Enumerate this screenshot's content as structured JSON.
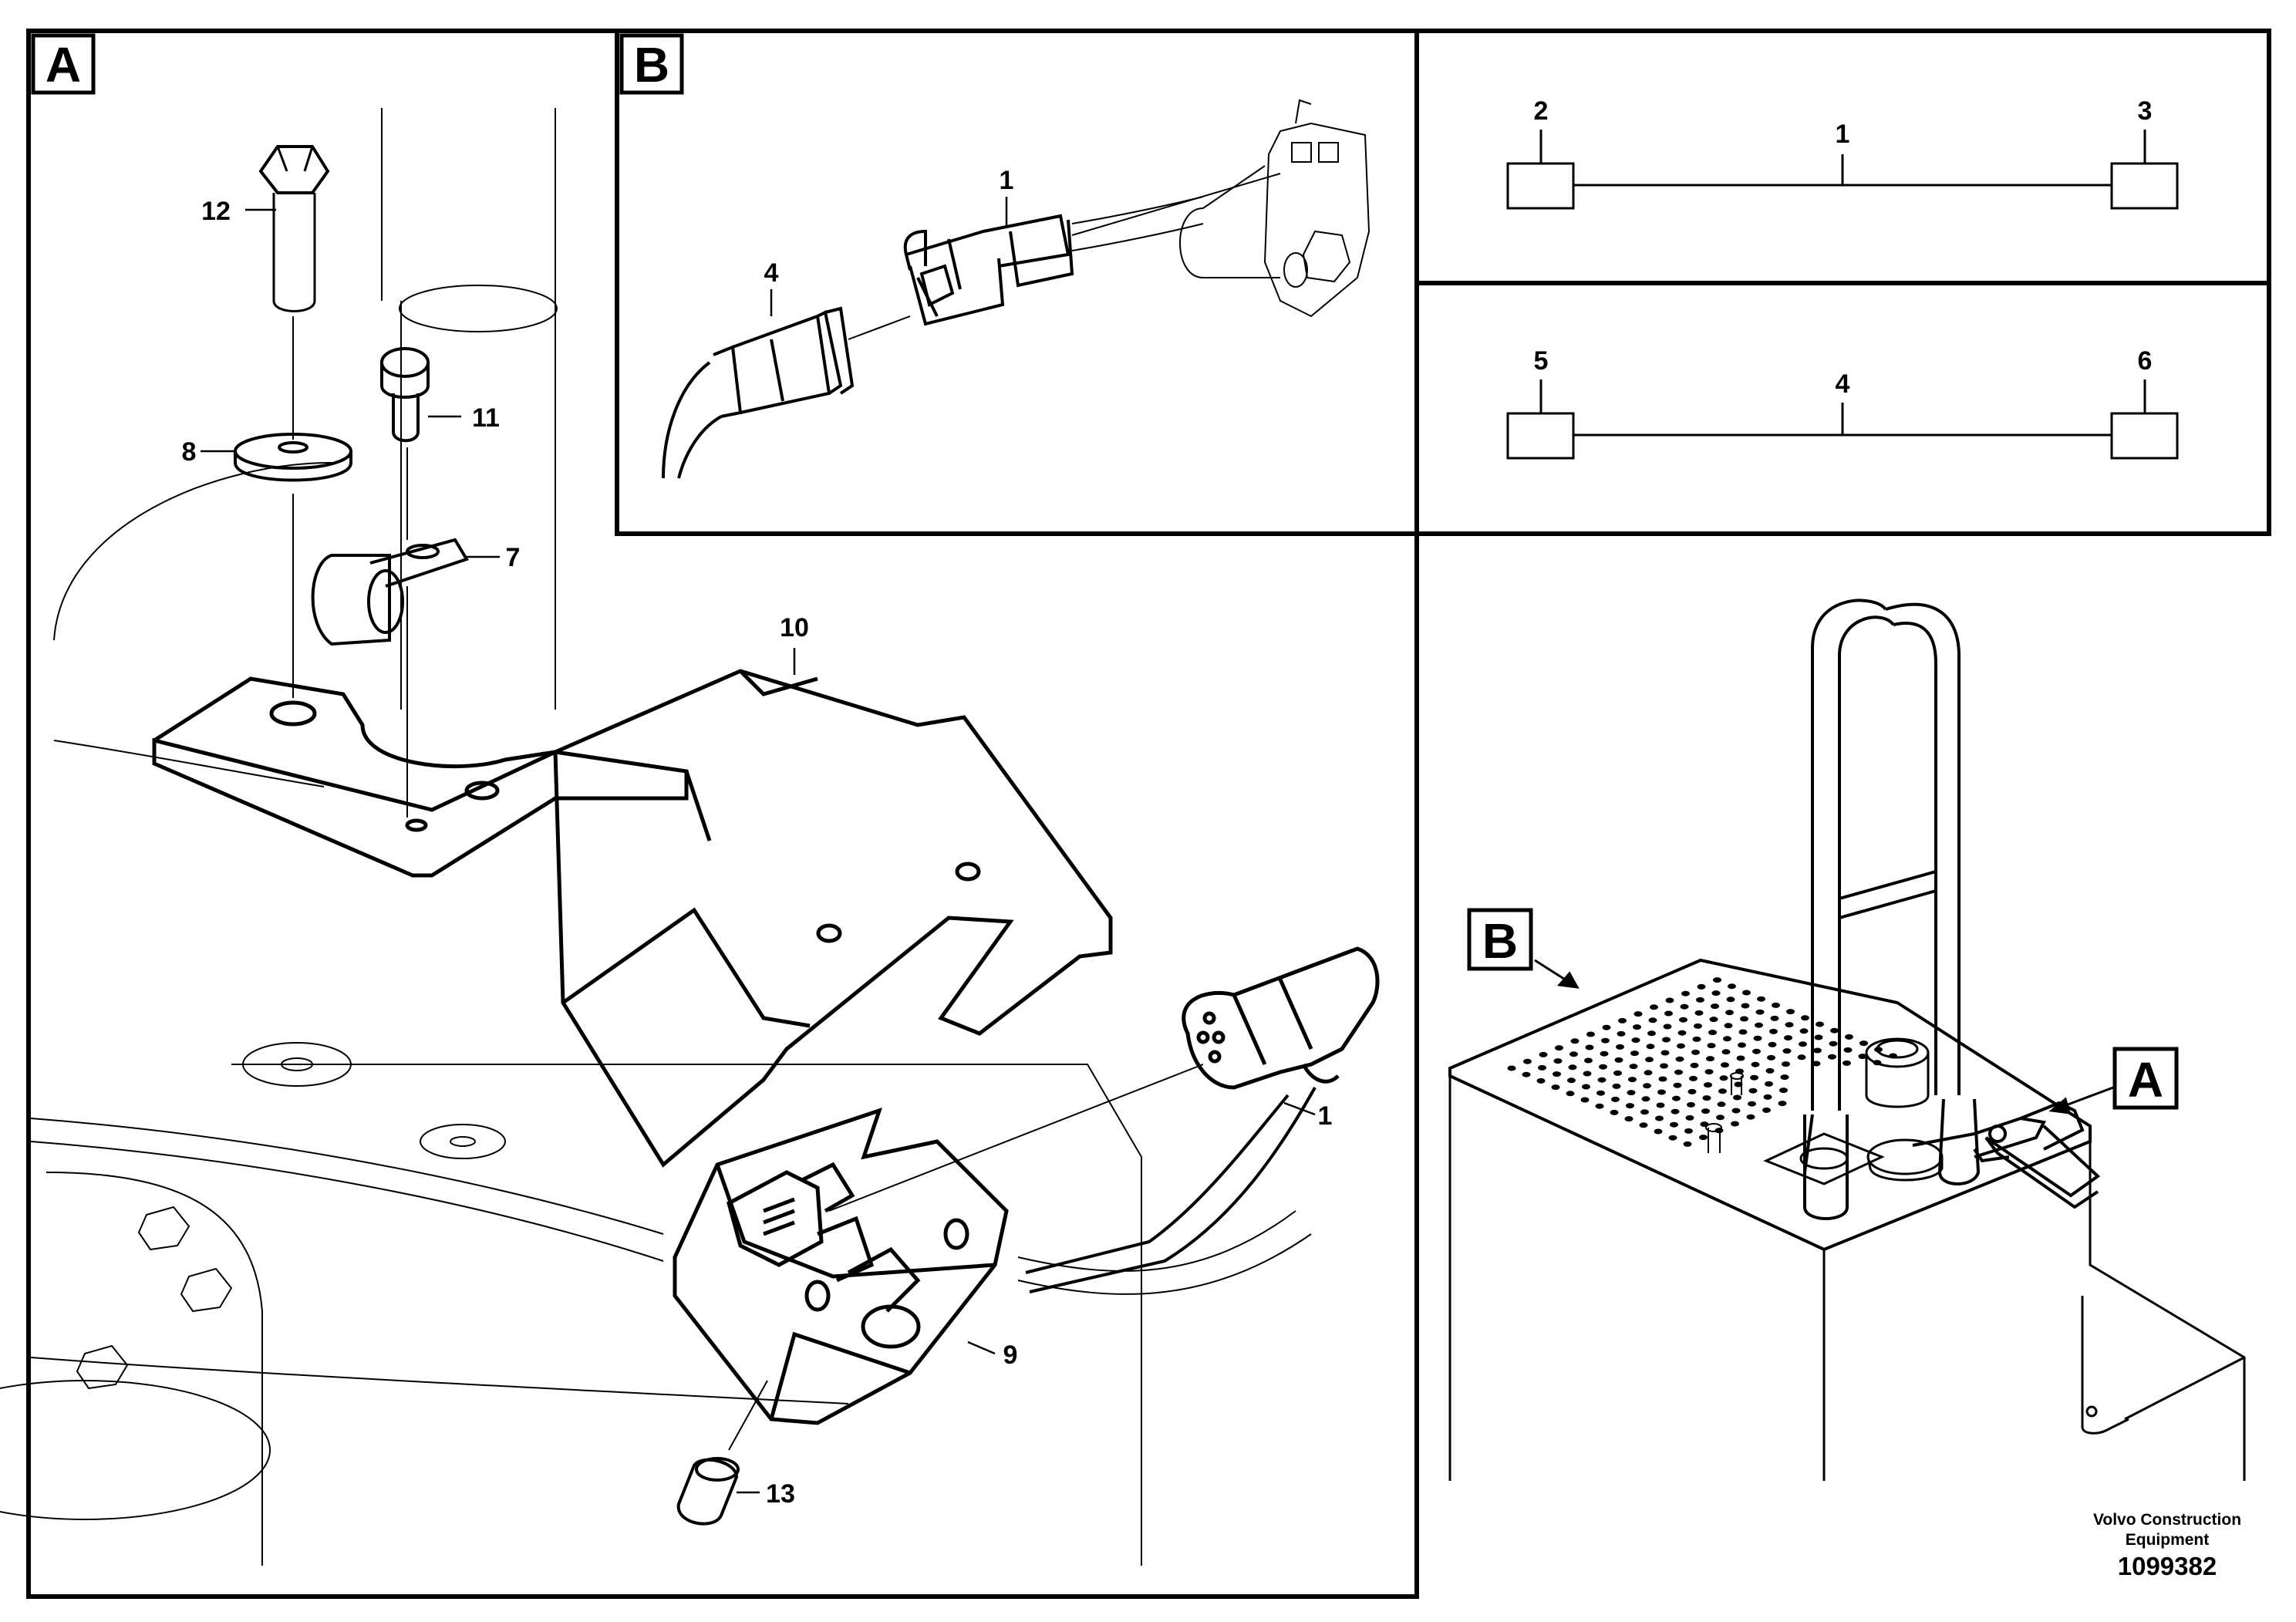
{
  "views": {
    "a": {
      "letter": "A"
    },
    "b": {
      "letter": "B"
    },
    "overview": {
      "letter_b": "B",
      "letter_a": "A"
    }
  },
  "callouts_a": {
    "c12": "12",
    "c8": "8",
    "c11": "11",
    "c7": "7",
    "c10": "10",
    "c1": "1",
    "c9": "9",
    "c13": "13"
  },
  "callouts_b": {
    "c1": "1",
    "c4": "4"
  },
  "wire1": {
    "left": "2",
    "mid": "1",
    "right": "3"
  },
  "wire2": {
    "left": "5",
    "mid": "4",
    "right": "6"
  },
  "footer": {
    "brand_line1": "Volvo Construction",
    "brand_line2": "Equipment",
    "number": "1099382"
  }
}
